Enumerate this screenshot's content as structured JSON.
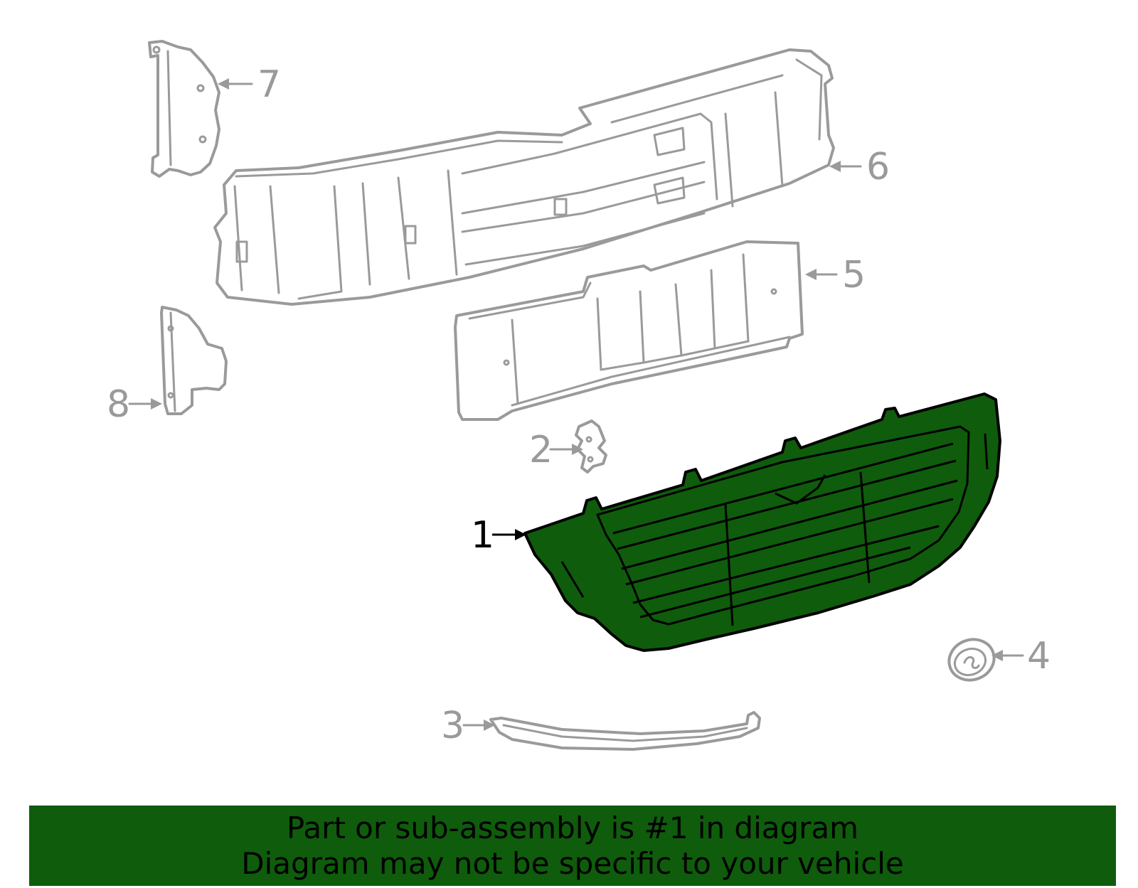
{
  "callouts": [
    "1",
    "2",
    "3",
    "4",
    "5",
    "6",
    "7",
    "8"
  ],
  "highlight": {
    "part": "1",
    "fill": "#0f5c0c",
    "line": "#000000"
  },
  "part_line_color": "#9a9a9a",
  "banner": {
    "background": "#0f5c0c",
    "line1": "Part or sub-assembly is #1 in diagram",
    "line2": "Diagram may not be specific to your vehicle"
  }
}
